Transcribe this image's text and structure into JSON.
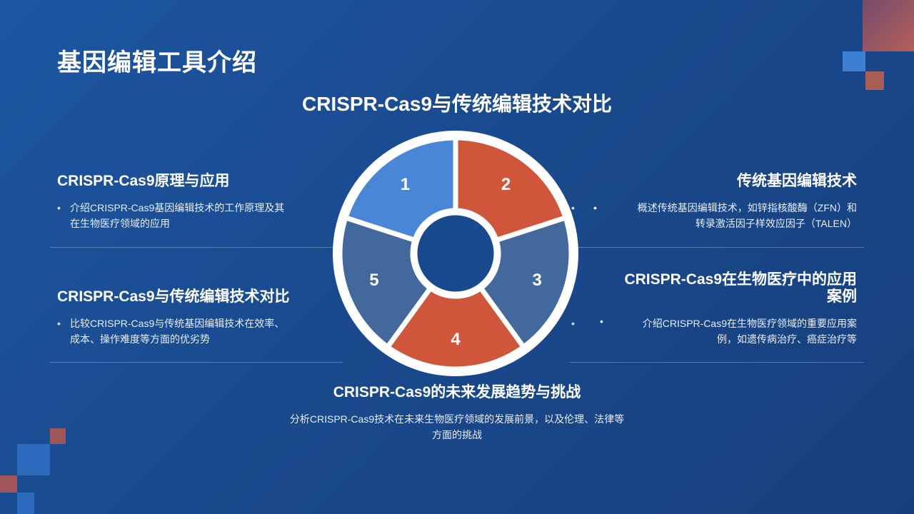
{
  "slide": {
    "title": "基因编辑工具介绍",
    "subtitle": "CRISPR-Cas9与传统编辑技术对比"
  },
  "sections": {
    "s1": {
      "heading": "CRISPR-Cas9原理与应用",
      "bullet_1": "介绍CRISPR-Cas9基因编辑技术的工作原理及其",
      "bullet_2": "在生物医疗领域的应用"
    },
    "s2": {
      "heading": "传统基因编辑技术",
      "bullet_1": "概述传统基因编辑技术，如锌指核酸酶（ZFN）和",
      "bullet_2": "转录激活因子样效应因子（TALEN）"
    },
    "s3": {
      "heading_1": "CRISPR-Cas9在生物医疗中的应用",
      "heading_2": "案例",
      "bullet_1": "介绍CRISPR-Cas9在生物医疗领域的重要应用案",
      "bullet_2": "例，如遗传病治疗、癌症治疗等"
    },
    "s4": {
      "heading": "CRISPR-Cas9的未来发展趋势与挑战",
      "text_1": "分析CRISPR-Cas9技术在未来生物医疗领域的发展前景，以及伦理、法律等",
      "text_2": "方面的挑战"
    },
    "s5": {
      "heading": "CRISPR-Cas9与传统编辑技术对比",
      "bullet_1": "比较CRISPR-Cas9与传统基因编辑技术在效率、",
      "bullet_2": "成本、操作难度等方面的优劣势"
    }
  },
  "wheel": {
    "segments": [
      {
        "label": "1",
        "color": "#4a86d8"
      },
      {
        "label": "2",
        "color": "#cf553b"
      },
      {
        "label": "3",
        "color": "#43689c"
      },
      {
        "label": "4",
        "color": "#cf553b"
      },
      {
        "label": "5",
        "color": "#43689c"
      }
    ],
    "ring_color": "#ffffff",
    "hole_color": "#1a4a8e"
  },
  "colors": {
    "background": "#1a4a8e",
    "accent_red": "#cf553b",
    "accent_blue": "#4a86d8"
  }
}
